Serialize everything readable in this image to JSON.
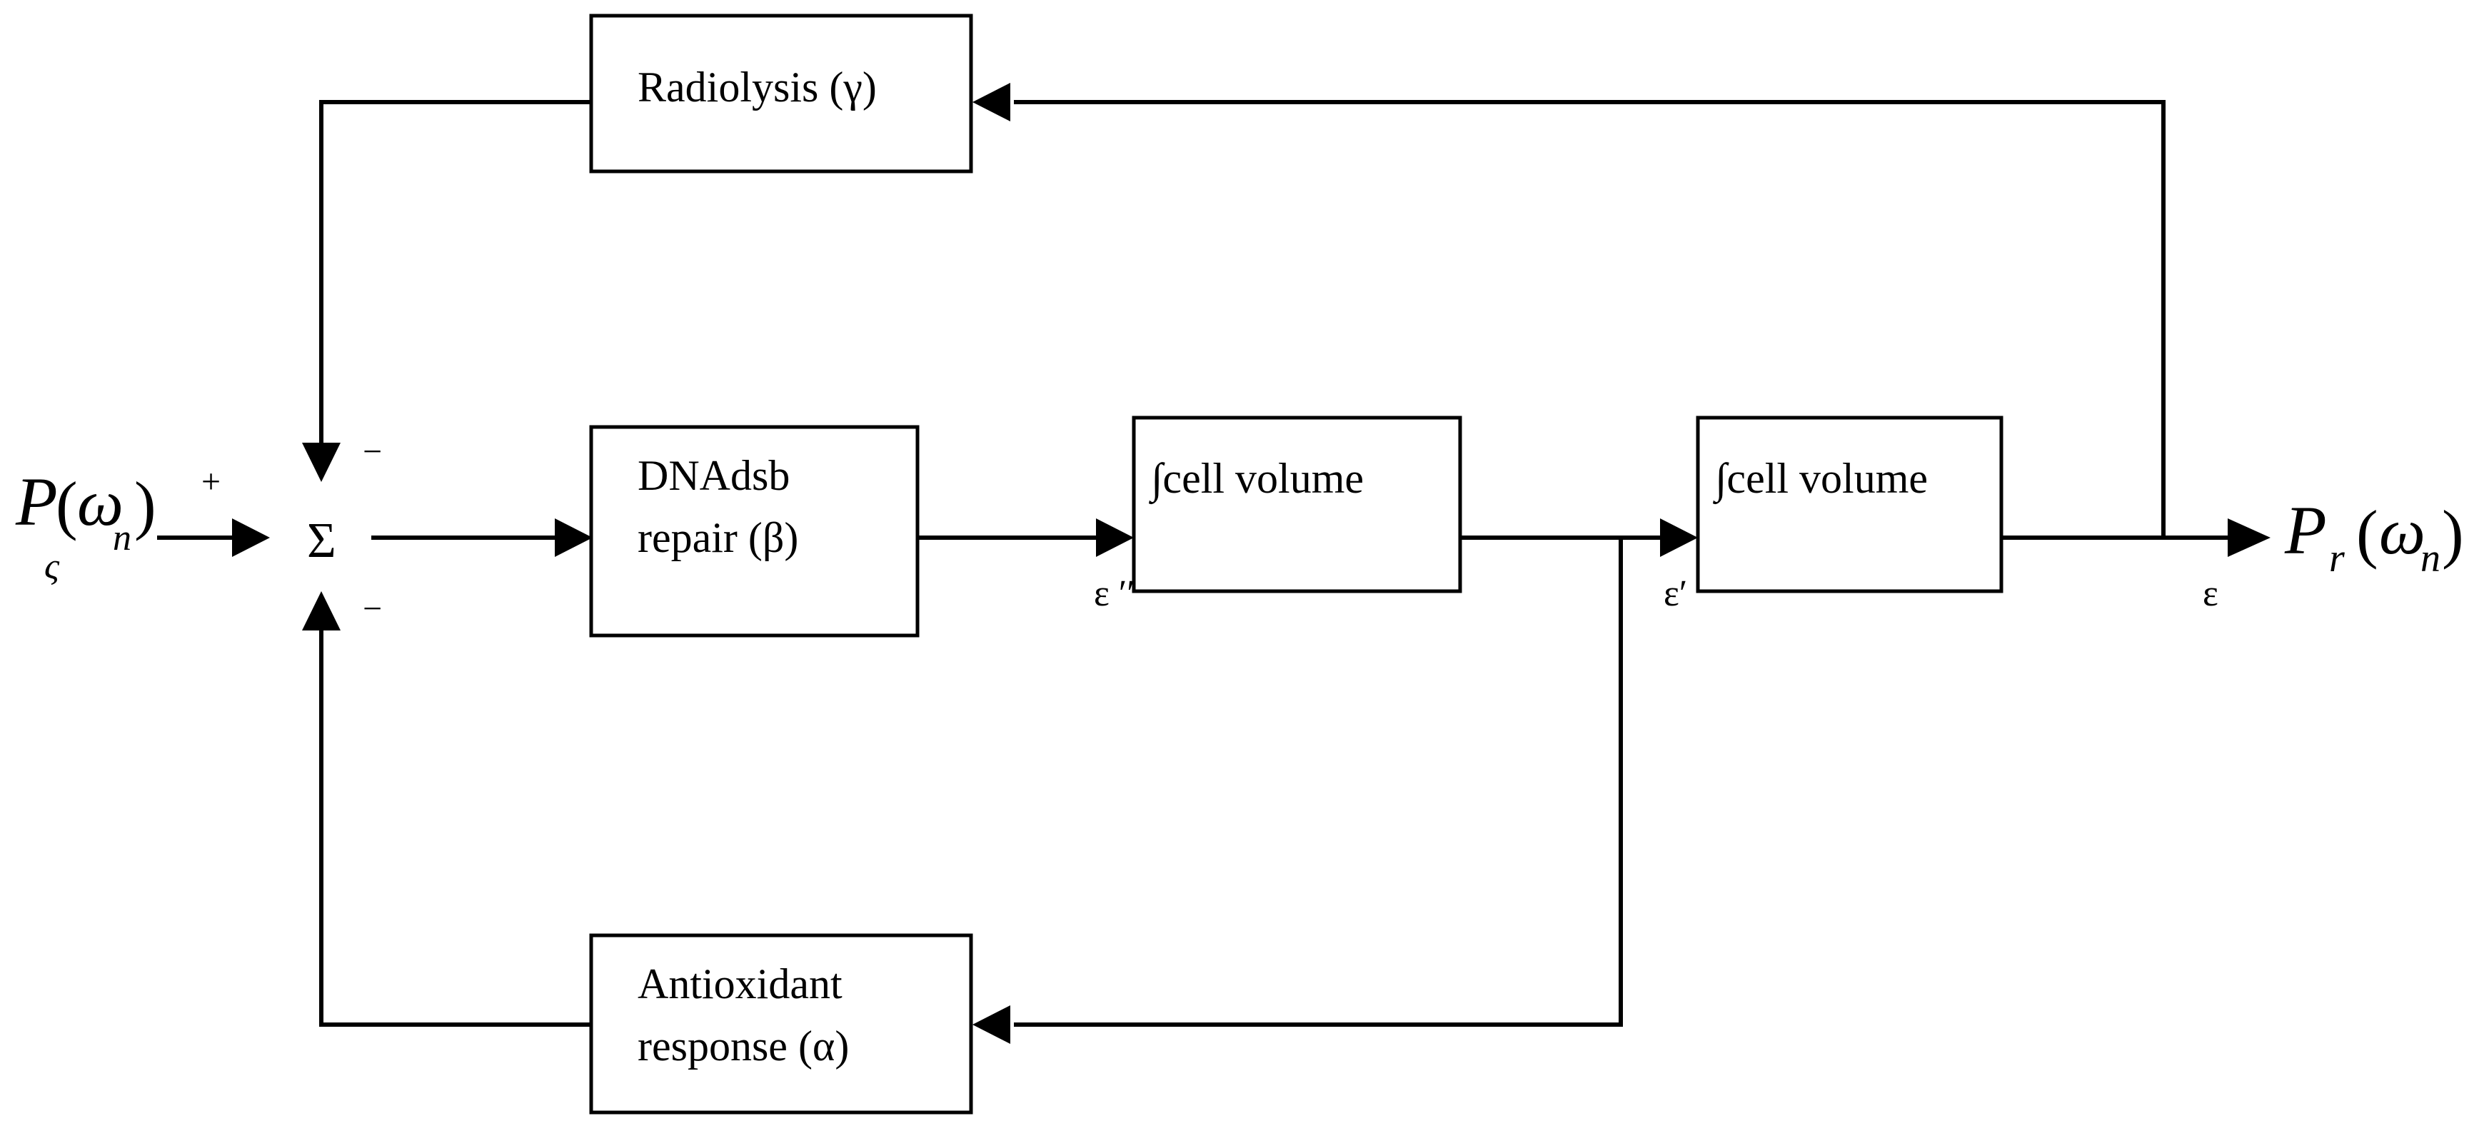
{
  "blocks": {
    "radiolysis": {
      "label": "Radiolysis (γ)"
    },
    "dna_repair": {
      "line1": "DNAdsb",
      "line2": "repair (β)"
    },
    "integral_1": {
      "label": "∫cell volume"
    },
    "integral_2": {
      "label": "∫cell volume"
    },
    "antioxidant": {
      "line1": "Antioxidant",
      "line2": "response (α)"
    }
  },
  "summing_junction": {
    "symbol": "Σ",
    "sign_input": "+",
    "sign_top": "−",
    "sign_bottom": "−"
  },
  "input_signal": {
    "base": "P",
    "subscript": "ς",
    "open": "(",
    "omega": "ω",
    "omega_sub": "n",
    "close": ")"
  },
  "output_signal": {
    "base": "P",
    "subscript": "r",
    "open": "(",
    "omega": "ω",
    "omega_sub": "n",
    "close": ")"
  },
  "signals": {
    "eps_1": "ε ′′",
    "eps_2": "ε′",
    "eps_out": "ε"
  }
}
